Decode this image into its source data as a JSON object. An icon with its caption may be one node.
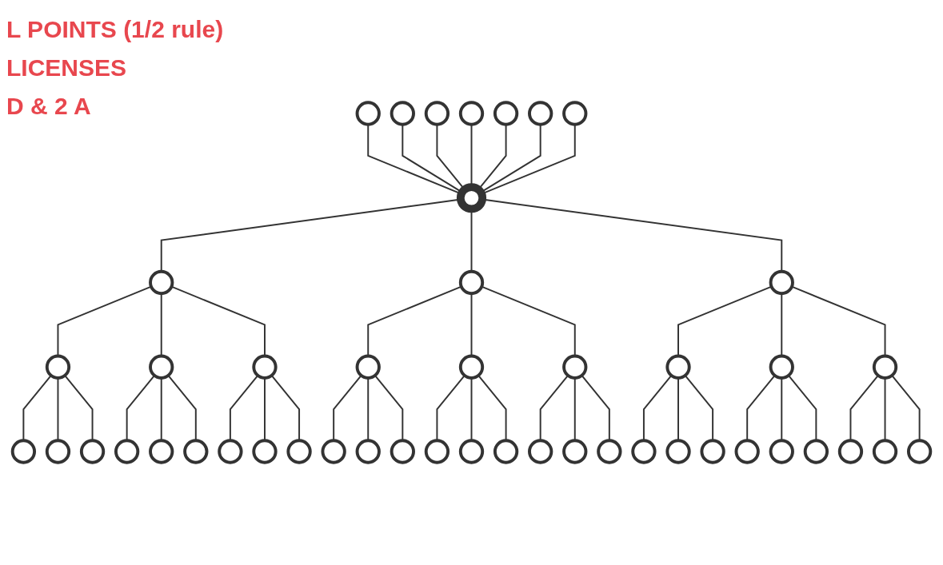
{
  "diagram": {
    "nodes": [
      {
        "text": [],
        "shape": "circle"
      },
      {
        "text": [],
        "shape": "circle"
      },
      {
        "text": [],
        "shape": "circle"
      },
      {
        "text": [],
        "shape": "circle"
      },
      {
        "text": [],
        "shape": "circle"
      },
      {
        "text": [],
        "shape": "circle"
      },
      {
        "text": [],
        "shape": "circle"
      },
      {
        "text": [],
        "shape": "circle"
      },
      {
        "text": [],
        "shape": "circle"
      },
      {
        "text": [],
        "shape": "circle"
      },
      {
        "text": [],
        "shape": "circle"
      },
      {
        "text": [],
        "shape": "circle"
      },
      {
        "text": [],
        "shape": "circle"
      },
      {
        "text": [],
        "shape": "circle"
      },
      {
        "text": [],
        "shape": "circle"
      },
      {
        "text": [],
        "shape": "circle"
      },
      {
        "text": [],
        "shape": "circle"
      },
      {
        "text": [],
        "shape": "circle"
      },
      {
        "text": [],
        "shape": "circle"
      },
      {
        "text": [],
        "shape": "circle"
      },
      {
        "text": [],
        "shape": "circle"
      },
      {
        "text": [],
        "shape": "circle"
      },
      {
        "text": [],
        "shape": "circle"
      },
      {
        "text": [],
        "shape": "circle"
      },
      {
        "text": [],
        "shape": "circle"
      },
      {
        "text": [],
        "shape": "circle"
      },
      {
        "text": [],
        "shape": "circle"
      },
      {
        "text": [],
        "shape": "circle"
      },
      {
        "text": [],
        "shape": "circle"
      },
      {
        "text": [],
        "shape": "circle"
      },
      {
        "text": [],
        "shape": "circle"
      },
      {
        "text": [],
        "shape": "circle"
      },
      {
        "text": [],
        "shape": "circle"
      },
      {
        "text": [],
        "shape": "circle"
      },
      {
        "text": [],
        "shape": "circle"
      },
      {
        "text": [],
        "shape": "circle"
      },
      {
        "text": [],
        "shape": "circle"
      },
      {
        "text": [],
        "shape": "circle"
      },
      {
        "text": [],
        "shape": "circle"
      },
      {
        "text": [],
        "shape": "circle"
      },
      {
        "text": [],
        "shape": "circle"
      },
      {
        "text": [],
        "shape": "circle"
      },
      {
        "text": [],
        "shape": "circle"
      },
      {
        "text": [],
        "shape": "circle"
      },
      {
        "text": [],
        "shape": "circle"
      },
      {
        "text": [],
        "shape": "circle"
      },
      {
        "text": [],
        "shape": "circle"
      }
    ],
    "edges": [
      {
        "from": 1,
        "to": 0,
        "arrow": "none"
      },
      {
        "from": 2,
        "to": 0,
        "arrow": "none"
      },
      {
        "from": 3,
        "to": 0,
        "arrow": "none"
      },
      {
        "from": 4,
        "to": 0,
        "arrow": "none"
      },
      {
        "from": 5,
        "to": 0,
        "arrow": "none"
      },
      {
        "from": 6,
        "to": 0,
        "arrow": "none"
      },
      {
        "from": 7,
        "to": 0,
        "arrow": "none"
      },
      {
        "from": 0,
        "to": 8,
        "arrow": "none"
      },
      {
        "from": 0,
        "to": 9,
        "arrow": "none"
      },
      {
        "from": 0,
        "to": 10,
        "arrow": "none"
      },
      {
        "from": 8,
        "to": 11,
        "arrow": "none"
      },
      {
        "from": 8,
        "to": 12,
        "arrow": "none"
      },
      {
        "from": 8,
        "to": 13,
        "arrow": "none"
      },
      {
        "from": 9,
        "to": 14,
        "arrow": "none"
      },
      {
        "from": 9,
        "to": 15,
        "arrow": "none"
      },
      {
        "from": 9,
        "to": 16,
        "arrow": "none"
      },
      {
        "from": 10,
        "to": 17,
        "arrow": "none"
      },
      {
        "from": 10,
        "to": 18,
        "arrow": "none"
      },
      {
        "from": 10,
        "to": 19,
        "arrow": "none"
      },
      {
        "from": 11,
        "to": 20,
        "arrow": "none"
      },
      {
        "from": 11,
        "to": 21,
        "arrow": "none"
      },
      {
        "from": 11,
        "to": 22,
        "arrow": "none"
      },
      {
        "from": 12,
        "to": 23,
        "arrow": "none"
      },
      {
        "from": 12,
        "to": 24,
        "arrow": "none"
      },
      {
        "from": 12,
        "to": 25,
        "arrow": "none"
      },
      {
        "from": 13,
        "to": 26,
        "arrow": "none"
      },
      {
        "from": 13,
        "to": 27,
        "arrow": "none"
      },
      {
        "from": 13,
        "to": 28,
        "arrow": "none"
      },
      {
        "from": 14,
        "to": 29,
        "arrow": "none"
      },
      {
        "from": 14,
        "to": 30,
        "arrow": "none"
      },
      {
        "from": 14,
        "to": 31,
        "arrow": "none"
      },
      {
        "from": 15,
        "to": 32,
        "arrow": "none"
      },
      {
        "from": 15,
        "to": 33,
        "arrow": "none"
      },
      {
        "from": 15,
        "to": 34,
        "arrow": "none"
      },
      {
        "from": 16,
        "to": 35,
        "arrow": "none"
      },
      {
        "from": 16,
        "to": 36,
        "arrow": "none"
      },
      {
        "from": 16,
        "to": 37,
        "arrow": "none"
      },
      {
        "from": 17,
        "to": 38,
        "arrow": "none"
      },
      {
        "from": 17,
        "to": 39,
        "arrow": "none"
      },
      {
        "from": 17,
        "to": 40,
        "arrow": "none"
      },
      {
        "from": 18,
        "to": 41,
        "arrow": "none"
      },
      {
        "from": 18,
        "to": 42,
        "arrow": "none"
      },
      {
        "from": 18,
        "to": 43,
        "arrow": "none"
      },
      {
        "from": 19,
        "to": 44,
        "arrow": "none"
      },
      {
        "from": 19,
        "to": 45,
        "arrow": "none"
      },
      {
        "from": 19,
        "to": 46,
        "arrow": "none"
      }
    ],
    "labels": [
      "L POINTS (1/2 rule)",
      "LICENSES",
      "D & 2 A"
    ]
  }
}
